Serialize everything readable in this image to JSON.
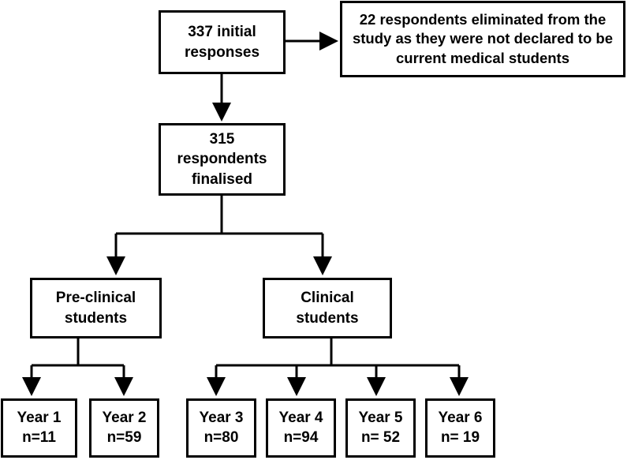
{
  "flowchart": {
    "initial": "337 initial\nresponses",
    "eliminated": "22 respondents eliminated from the\nstudy as they were not declared to be\ncurrent medical students",
    "finalised": "315\nrespondents\nfinalised",
    "preclinical": "Pre-clinical\nstudents",
    "clinical": "Clinical\nstudents",
    "years": [
      {
        "label": "Year 1\nn=11"
      },
      {
        "label": "Year 2\nn=59"
      },
      {
        "label": "Year 3\nn=80"
      },
      {
        "label": "Year 4\nn=94"
      },
      {
        "label": "Year 5\nn= 52"
      },
      {
        "label": "Year 6\nn= 19"
      }
    ]
  },
  "colors": {
    "line": "#000000",
    "box_border": "#000000",
    "background": "#ffffff"
  }
}
